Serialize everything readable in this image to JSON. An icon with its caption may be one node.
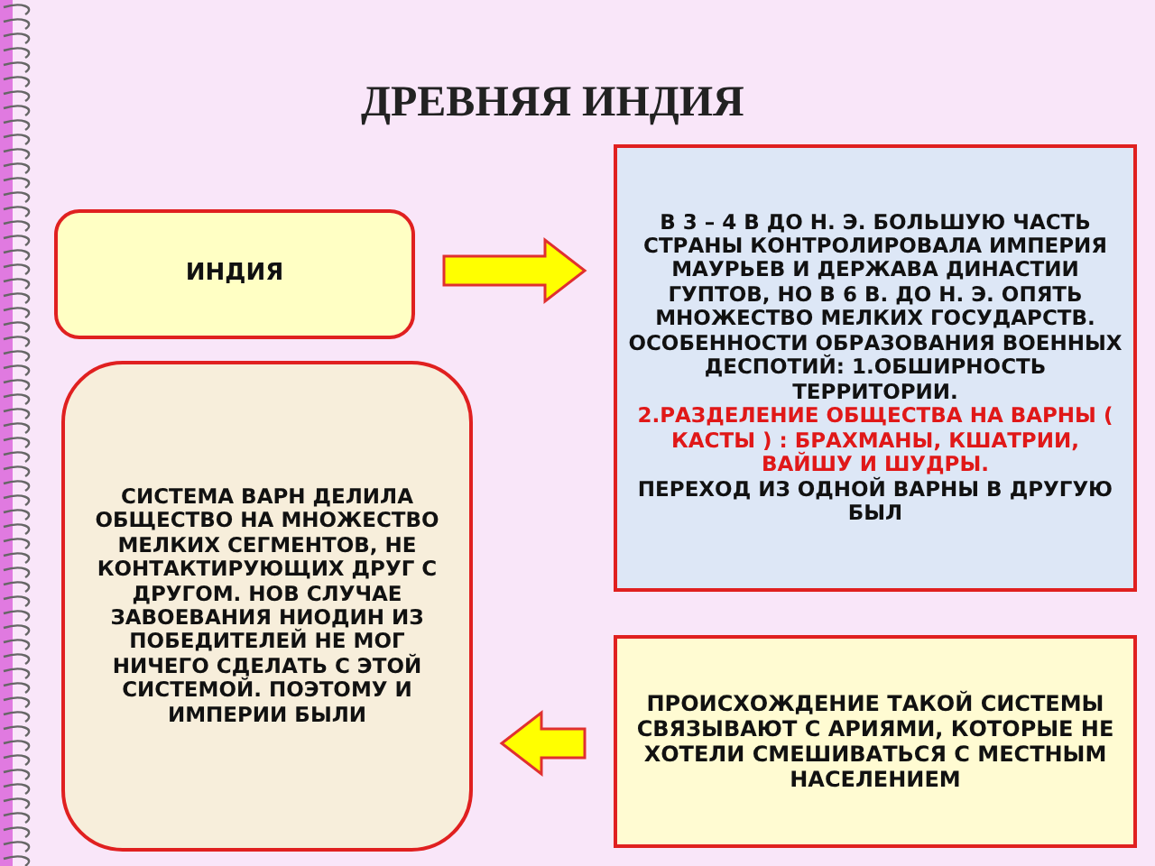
{
  "diagram": {
    "title": "ДРЕВНЯЯ ИНДИЯ",
    "nodes": [
      {
        "text": [
          "ИНДИЯ"
        ]
      },
      {
        "text": [
          "В 3 – 4 В ДО Н. Э. БОЛЬШУЮ ЧАСТЬ СТРАНЫ КОНТРОЛИРОВАЛА ИМПЕРИЯ МАУРЬЕВ И ДЕРЖАВА ДИНАСТИИ ГУПТОВ, НО В 6 В. ДО Н. Э. ОПЯТЬ МНОЖЕСТВО МЕЛКИХ ГОСУДАРСТВ. ОСОБЕННОСТИ ОБРАЗОВАНИЯ ВОЕННЫХ ДЕСПОТИЙ: 1.ОБШИРНОСТЬ ТЕРРИТОРИИ.",
          "2.РАЗДЕЛЕНИЕ ОБЩЕСТВА НА ВАРНЫ ( КАСТЫ ) : БРАХМАНЫ, КШАТРИИ, ВАЙШУ И ШУДРЫ.",
          "ПЕРЕХОД ИЗ ОДНОЙ ВАРНЫ В ДРУГУЮ БЫЛ"
        ]
      },
      {
        "text": [
          "СИСТЕМА ВАРН ДЕЛИЛА ОБЩЕСТВО НА МНОЖЕСТВО МЕЛКИХ СЕГМЕНТОВ, НЕ КОНТАКТИРУЮЩИХ ДРУГ С ДРУГОМ. НОВ СЛУЧАЕ ЗАВОЕВАНИЯ НИОДИН ИЗ ПОБЕДИТЕЛЕЙ НЕ МОГ НИЧЕГО СДЕЛАТЬ С ЭТОЙ СИСТЕМОЙ. ПОЭТОМУ И ИМПЕРИИ БЫЛИ"
        ]
      },
      {
        "text": [
          "ПРОИСХОЖДЕНИЕ ТАКОЙ СИСТЕМЫ СВЯЗЫВАЮТ С АРИЯМИ, КОТОРЫЕ НЕ ХОТЕЛИ СМЕШИВАТЬСЯ С МЕСТНЫМ НАСЕЛЕНИЕМ"
        ]
      }
    ],
    "edges": [
      {
        "from": 0,
        "to": 1,
        "arrow": "to"
      },
      {
        "from": 3,
        "to": 2,
        "arrow": "to"
      }
    ]
  }
}
